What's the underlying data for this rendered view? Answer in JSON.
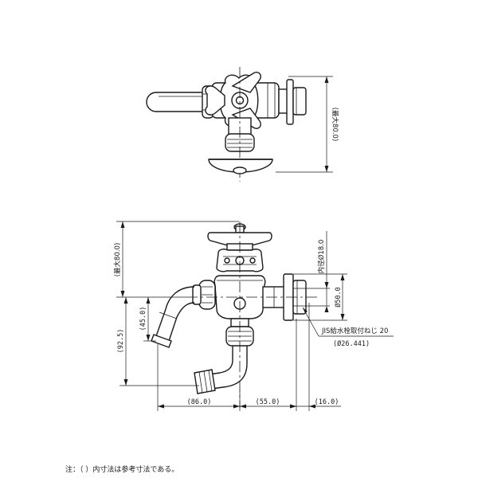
{
  "dimensions": {
    "top_view_height": "(最大80.0)",
    "front_height": "(最大80.0)",
    "inner_dia": "内径Ø18.0",
    "outer_dia": "Ø50.0",
    "spout_offset": "(45.0)",
    "overall_height": "(92.5)",
    "width_spout": "(86.0)",
    "width_body": "(55.0)",
    "width_thread": "(16.0)"
  },
  "thread_callout": {
    "line1": "JIS給水栓取付ねじ 20",
    "line2": "(Ø26.441)"
  },
  "note": "注：（ ）内寸法は参考寸法である。"
}
